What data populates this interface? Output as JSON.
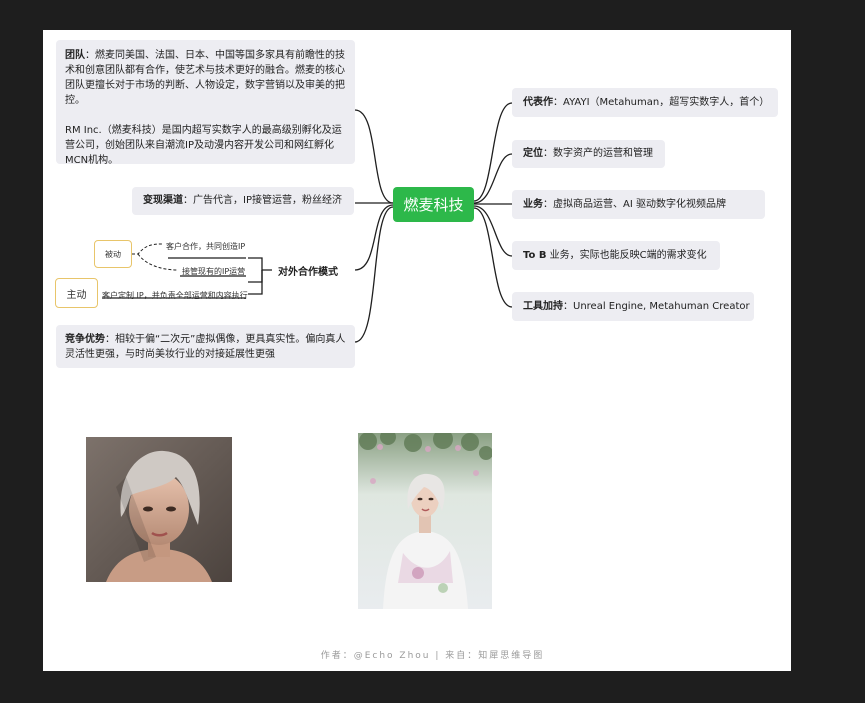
{
  "center": "燃麦科技",
  "left": {
    "team": {
      "title": "团队",
      "text": "：燃麦同美国、法国、日本、中国等国多家具有前瞻性的技术和创意团队都有合作，使艺术与技术更好的融合。燃麦的核心团队更擅长对于市场的判断、人物设定，数字营销以及审美的把控。",
      "rm": "RM Inc.（燃麦科技）是国内超写实数字人的最高级别孵化及运营公司，创始团队来自潮流IP及动漫内容开发公司和网红孵化MCN机构。"
    },
    "monetize": {
      "title": "变现渠道",
      "text": "：广告代言，IP接管运营，粉丝经济"
    },
    "coop": {
      "title": "对外合作模式",
      "passive": "被动",
      "active": "主动",
      "passive_1": "客户合作，共同创造IP",
      "passive_2": "接管现有的IP运营",
      "active_1": "客户定制 IP，并负责全部运营和内容执行"
    },
    "advantage": {
      "title": "竞争优势",
      "text": "：相较于偏“二次元”虚拟偶像，更具真实性。偏向真人灵活性更强，与时尚美妆行业的对接延展性更强"
    }
  },
  "right": [
    {
      "title": "代表作",
      "text": "：AYAYI（Metahuman，超写实数字人，首个）"
    },
    {
      "title": "定位",
      "text": "：数字资产的运营和管理"
    },
    {
      "title": "业务",
      "text": "：虚拟商品运营、AI 驱动数字化视频品牌"
    },
    {
      "title": "To B",
      "text": " 业务，实际也能反映C端的需求变化"
    },
    {
      "title": "工具加持",
      "text": "：Unreal Engine, Metahuman Creator"
    }
  ],
  "footer": "作者：@Echo Zhou | 来自：知犀思维导图",
  "colors": {
    "line": "#1f1f1f",
    "center": "#2db84a",
    "box": "#ededf2",
    "highlight": "#e8c56a"
  }
}
